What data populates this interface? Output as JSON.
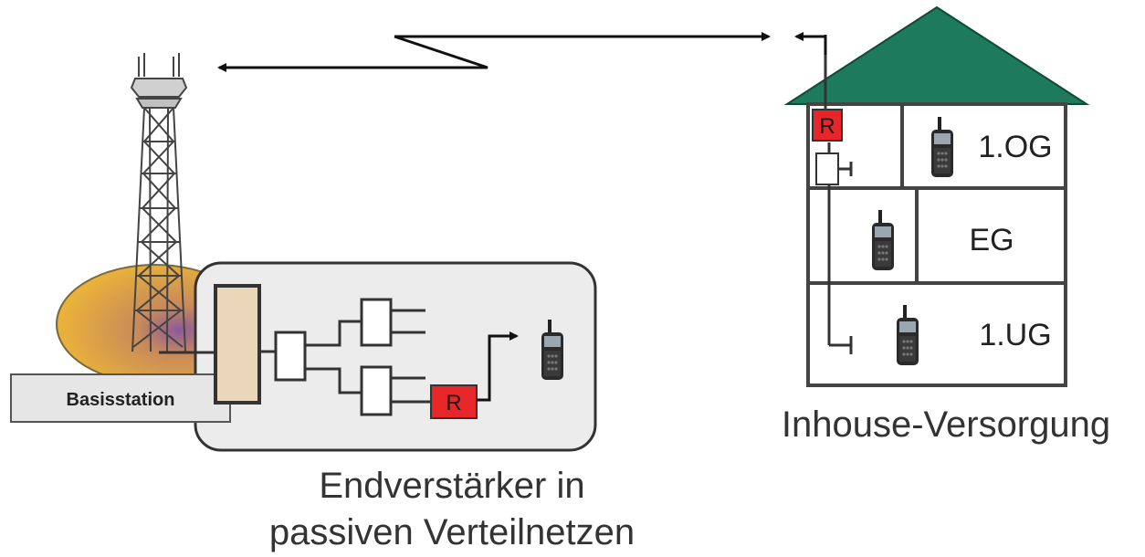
{
  "base_station": {
    "label": "Basisstation"
  },
  "repeater_label": "R",
  "left_caption": {
    "line1": "Endverstärker in",
    "line2": "passiven Verteilnetzen"
  },
  "right_caption": "Inhouse-Versorgung",
  "floors": [
    "1.OG",
    "EG",
    "1.UG"
  ],
  "colors": {
    "roof": "#1e7a5c",
    "repeater": "#e8262a",
    "coverage": "#e9b23a",
    "splitter": "#ead6b8",
    "panel": "#ececec"
  }
}
